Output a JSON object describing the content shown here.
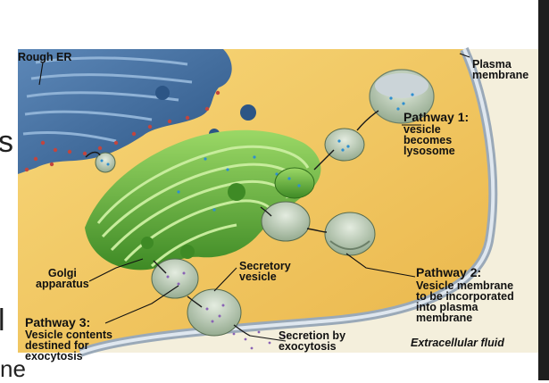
{
  "labels": {
    "rough_er": "Rough ER",
    "plasma_membrane": "Plasma\nmembrane",
    "pathway1_title": "Pathway 1:",
    "pathway1_text": "vesicle\nbecomes\nlysosome",
    "golgi": "Golgi\napparatus",
    "secretory_vesicle": "Secretory\nvesicle",
    "pathway2_title": "Pathway 2:",
    "pathway2_text": "Vesicle membrane\nto be incorporated\ninto plasma\nmembrane",
    "pathway3_title": "Pathway 3:",
    "pathway3_text": "Vesicle contents\ndestined for\nexocytosis",
    "secretion": "Secretion by\nexocytosis",
    "extracellular": "Extracellular fluid"
  },
  "side_text": {
    "left_glyph_1": "s",
    "left_glyph_2": "l",
    "bottom_fragment": "ne"
  },
  "colors": {
    "cytoplasm": "#f2c55a",
    "extracellular": "#f2ecd6",
    "er": "#3b6fa3",
    "golgi": "#4a9a2e",
    "golgi_light": "#8ed05c",
    "vesicle": "#b9c7b3",
    "ribosome": "#c2453e",
    "cargo": "#2e8fd0"
  }
}
